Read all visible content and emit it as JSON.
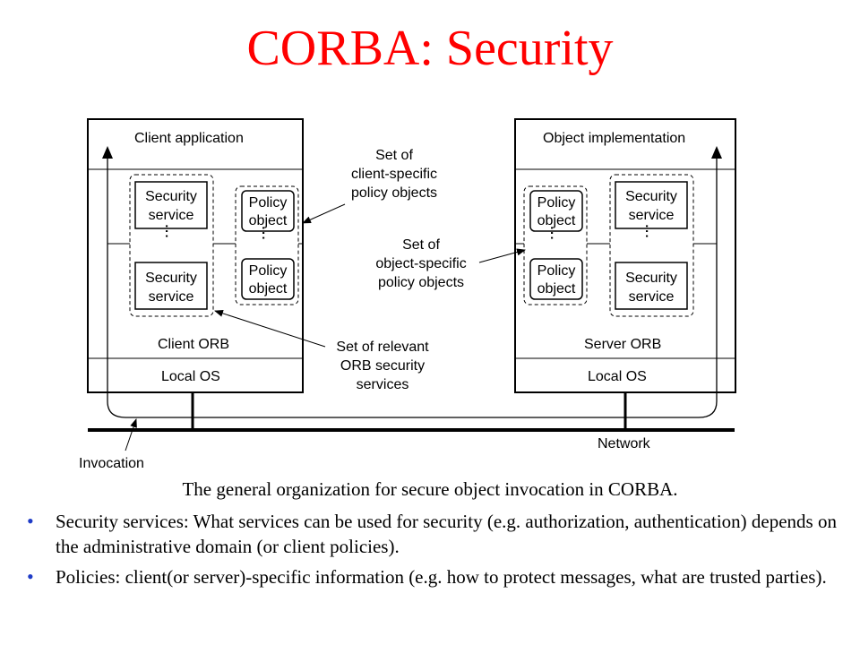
{
  "slide": {
    "title": "CORBA: Security",
    "caption": "The general organization for secure object invocation in CORBA.",
    "bullets": [
      "Security services: What services can be used for security (e.g. authorization, authentication) depends on the administrative domain (or client policies).",
      "Policies: client(or server)-specific information (e.g.  how to protect messages, what are trusted parties)."
    ],
    "colors": {
      "title": "#ff0000",
      "bullet": "#1f3cc7"
    }
  },
  "diagram": {
    "client": {
      "application": "Client application",
      "security_service_1": [
        "Security",
        "service"
      ],
      "security_service_2": [
        "Security",
        "service"
      ],
      "policy_object_1": [
        "Policy",
        "object"
      ],
      "policy_object_2": [
        "Policy",
        "object"
      ],
      "orb": "Client ORB",
      "os": "Local OS"
    },
    "server": {
      "implementation": "Object implementation",
      "policy_object_1": [
        "Policy",
        "object"
      ],
      "policy_object_2": [
        "Policy",
        "object"
      ],
      "security_service_1": [
        "Security",
        "service"
      ],
      "security_service_2": [
        "Security",
        "service"
      ],
      "orb": "Server ORB",
      "os": "Local OS"
    },
    "annotations": {
      "client_policies": [
        "Set of",
        "client-specific",
        "policy objects"
      ],
      "object_policies": [
        "Set of",
        "object-specific",
        "policy objects"
      ],
      "orb_services": [
        "Set of relevant",
        "ORB security",
        "services"
      ],
      "invocation": "Invocation",
      "network": "Network"
    }
  }
}
